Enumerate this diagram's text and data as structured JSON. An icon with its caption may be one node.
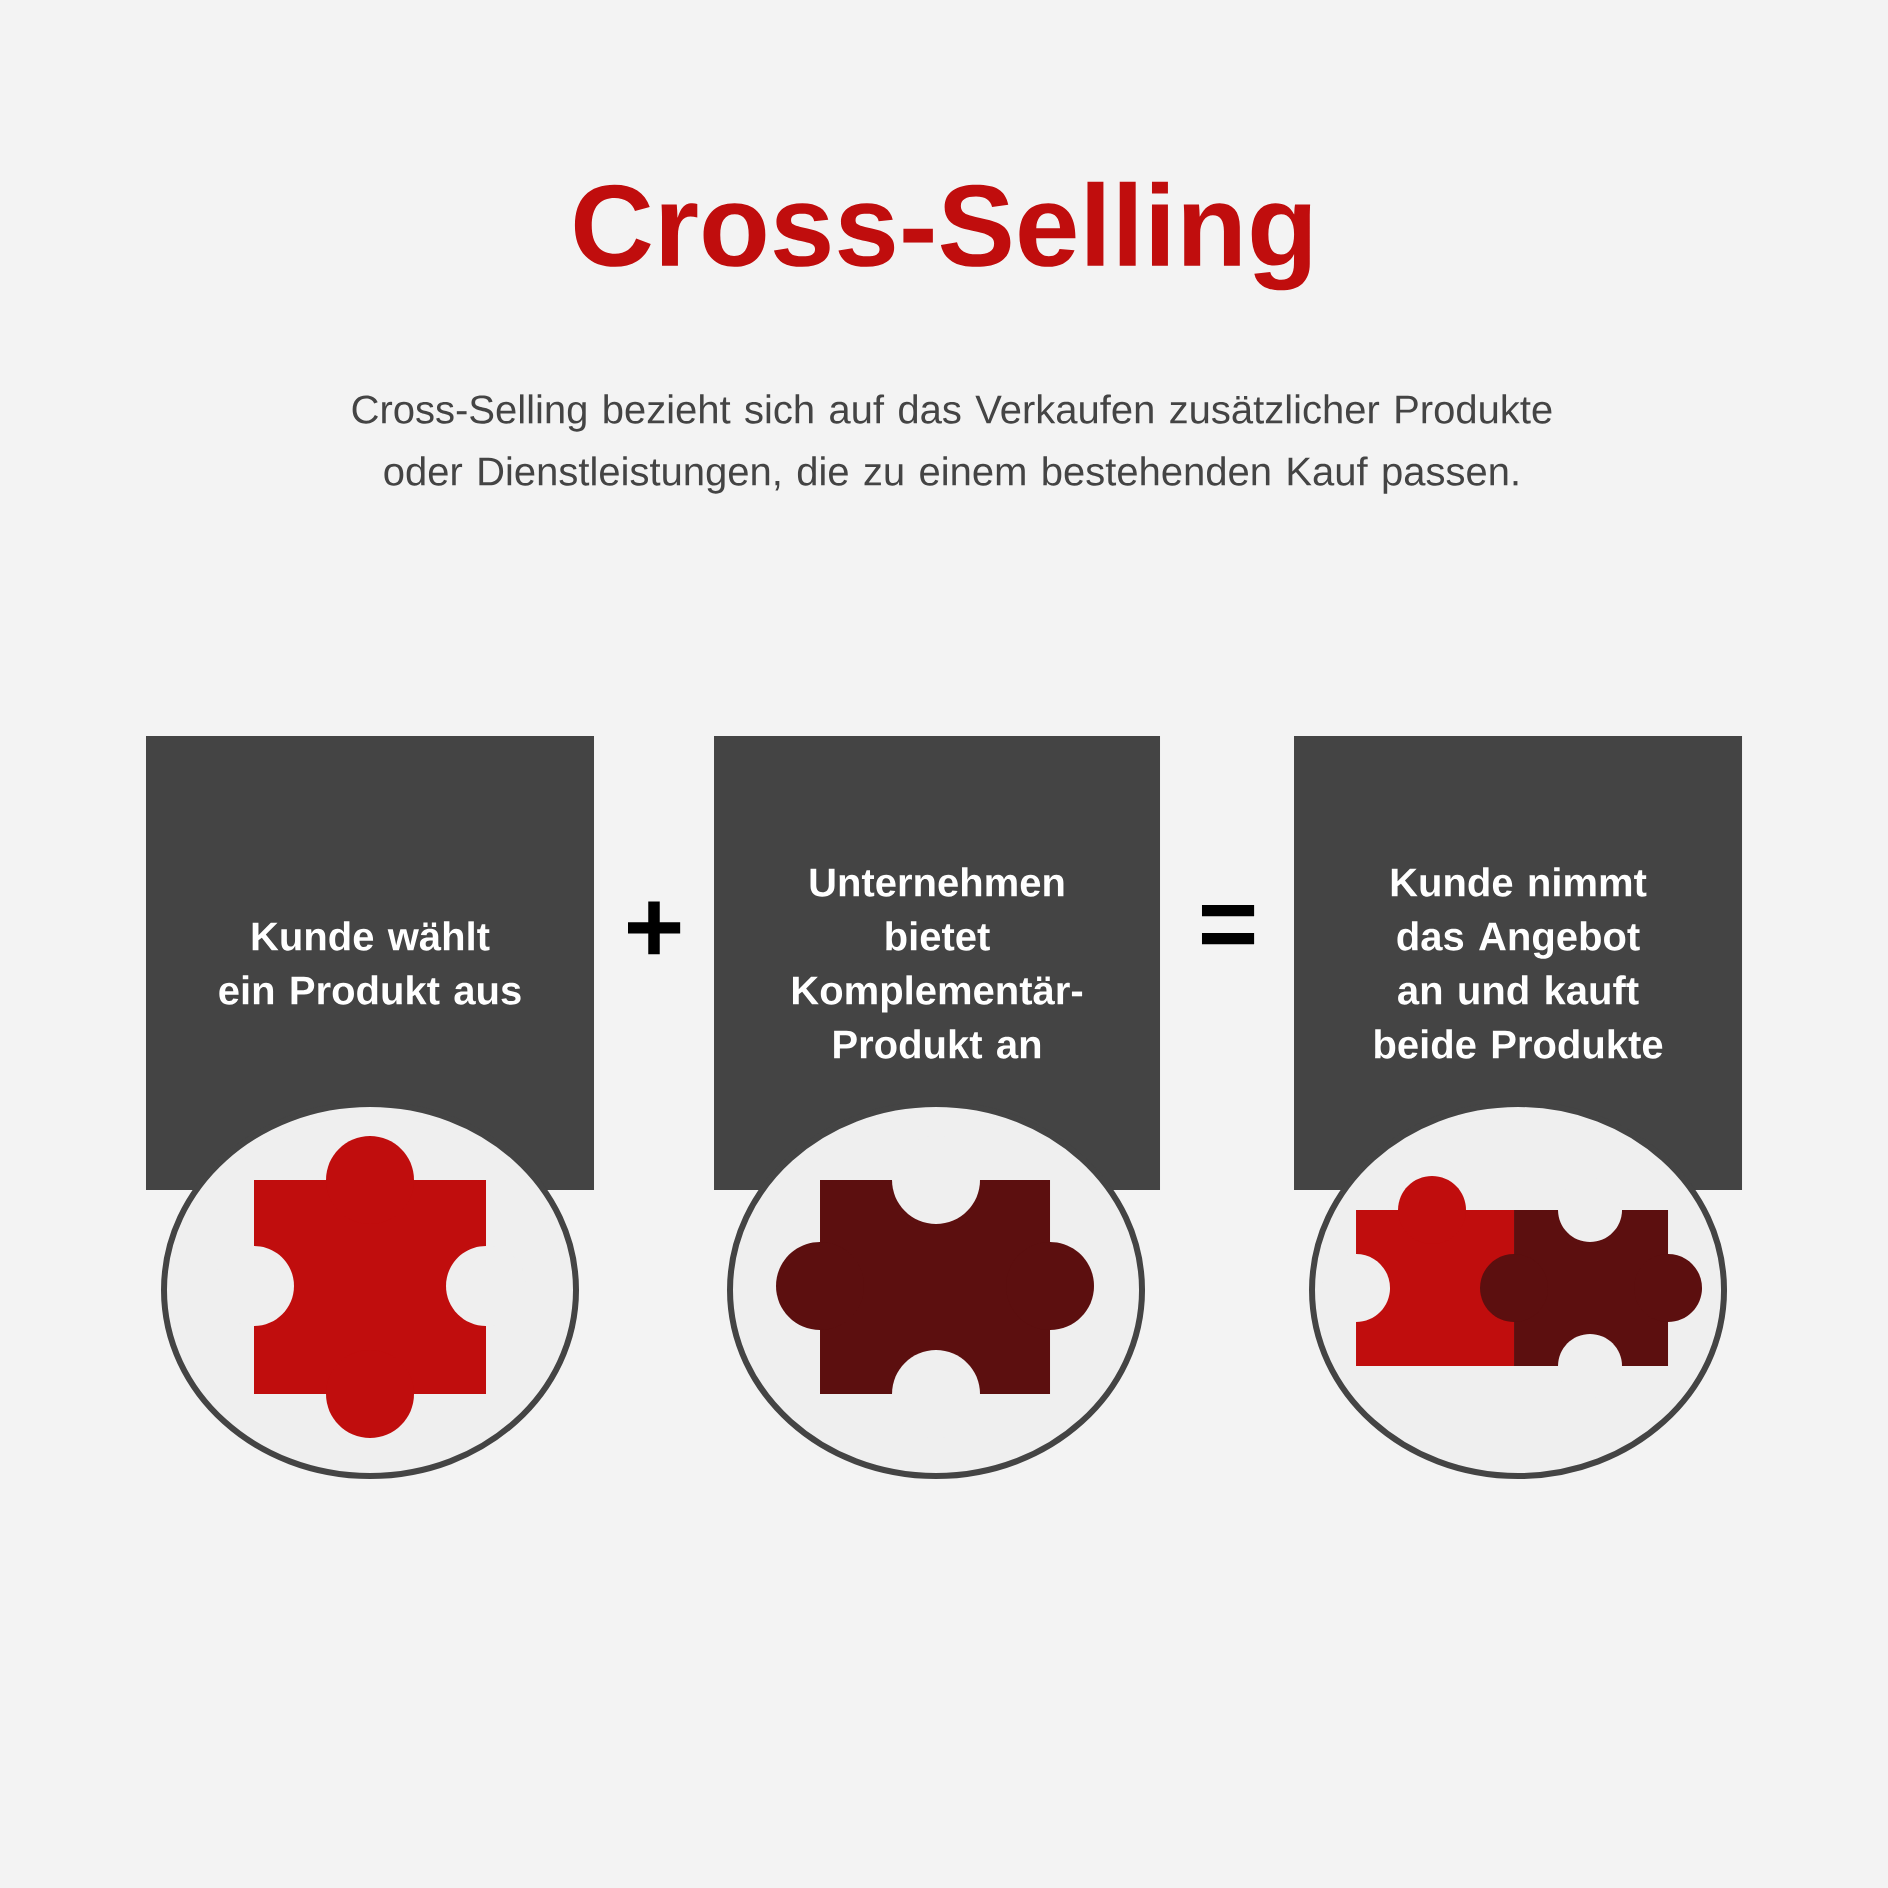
{
  "diagram": {
    "title": "Cross-Selling",
    "caption": "Cross-Selling bezieht sich auf das Verkaufen zusätzlicher Produkte oder Dienstleistungen, die zu einem bestehenden Kauf passen.",
    "nodes": [
      {
        "text": [
          "Kunde wählt ein Produkt aus"
        ]
      },
      {
        "text": [
          "Unternehmen bietet Komplementär-Produkt an"
        ]
      },
      {
        "text": [
          "Kunde nimmt das Angebot an und kauft beide Produkte"
        ]
      }
    ],
    "edges": [],
    "labels": [
      "+",
      "="
    ]
  }
}
